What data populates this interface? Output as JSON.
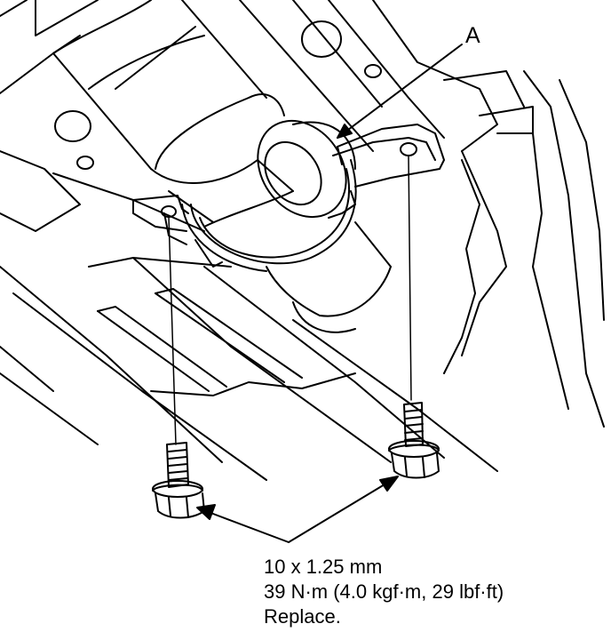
{
  "callout": {
    "a": "A"
  },
  "spec": {
    "size": "10 x 1.25 mm",
    "torque": "39 N·m (4.0 kgf·m, 29 lbf·ft)",
    "note": "Replace."
  },
  "colors": {
    "line": "#000000",
    "background": "#ffffff"
  }
}
